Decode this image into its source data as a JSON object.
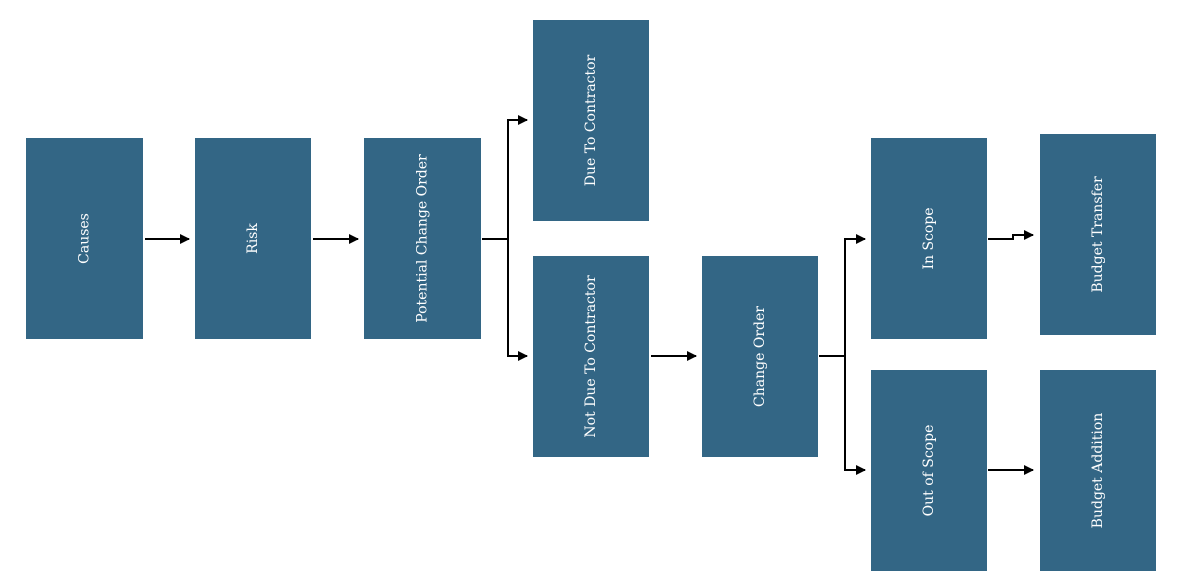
{
  "diagram": {
    "nodes": {
      "causes": {
        "label": "Causes"
      },
      "risk": {
        "label": "Risk"
      },
      "potential_change_order": {
        "label": "Potential Change Order"
      },
      "due_to_contractor": {
        "label": "Due To Contractor"
      },
      "not_due_to_contractor": {
        "label": "Not Due To Contractor"
      },
      "change_order": {
        "label": "Change Order"
      },
      "in_scope": {
        "label": "In Scope"
      },
      "out_of_scope": {
        "label": "Out of Scope"
      },
      "budget_transfer": {
        "label": "Budget Transfer"
      },
      "budget_addition": {
        "label": "Budget Addition"
      }
    },
    "colors": {
      "node_fill": "#336685",
      "node_text": "#ffffff",
      "connector": "#000000"
    }
  }
}
